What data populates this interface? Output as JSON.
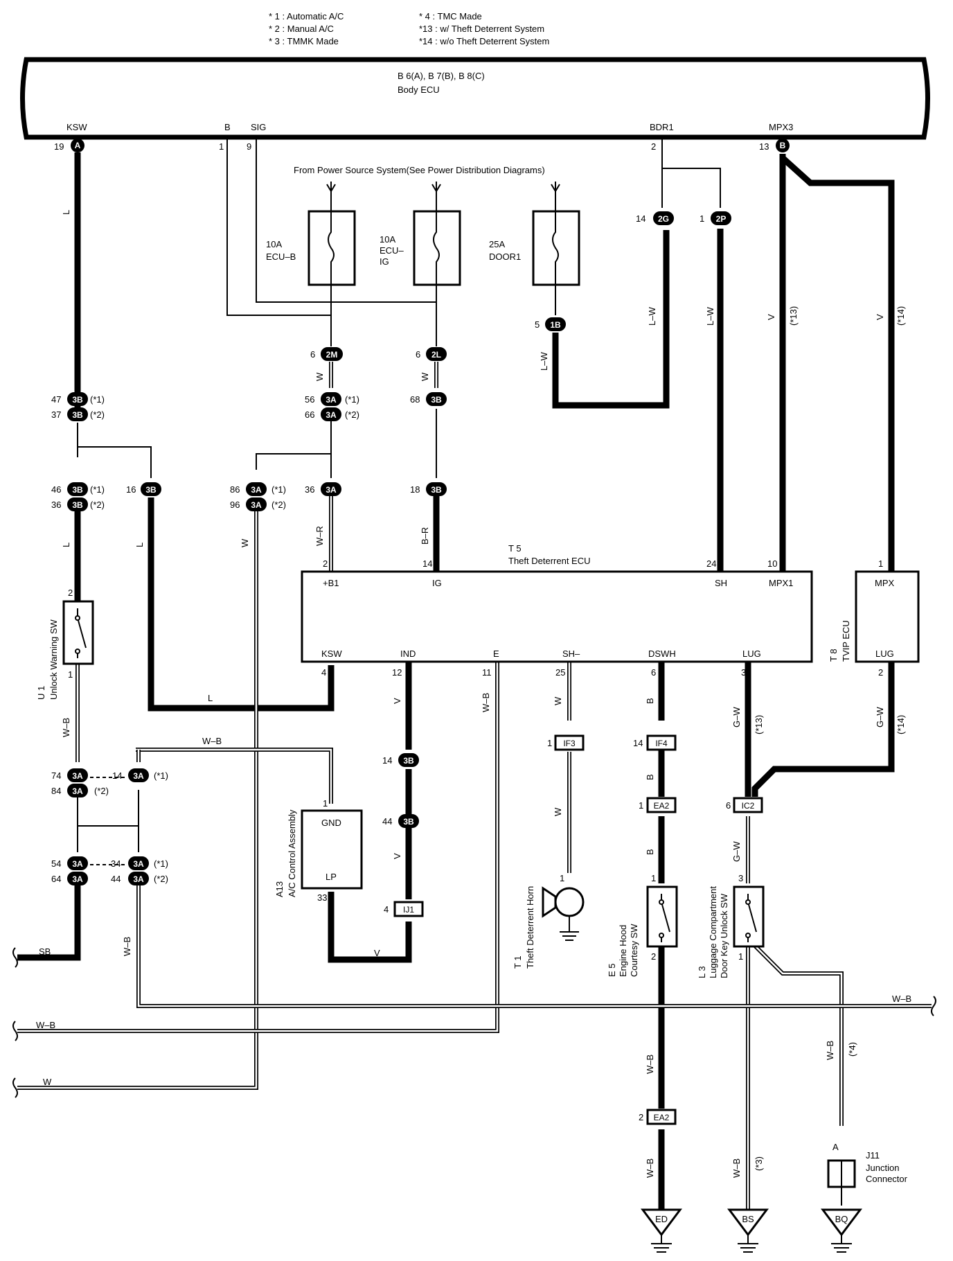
{
  "notes": [
    "* 1 : Automatic A/C",
    "* 2 : Manual A/C",
    "* 3 : TMMK Made",
    "* 4 : TMC Made",
    "*13 : w/ Theft Deterrent System",
    "*14 : w/o Theft Deterrent System"
  ],
  "body_ecu": {
    "ref": "B 6(A), B 7(B), B 8(C)",
    "name": "Body ECU",
    "pins": {
      "ksw": "KSW",
      "b": "B",
      "sig": "SIG",
      "bdr1": "BDR1",
      "mpx3": "MPX3"
    },
    "pin_numbers": {
      "ksw": "19",
      "b": "1",
      "sig": "9",
      "bdr1": "2",
      "mpx3": "13"
    },
    "connectors": {
      "ksw": "A",
      "mpx3": "B"
    }
  },
  "power_source": "From Power Source System(See Power Distribution Diagrams)",
  "fuses": [
    {
      "amp": "10A",
      "name": "ECU–B"
    },
    {
      "amp": "10A",
      "name": "ECU–IG"
    },
    {
      "amp": "25A",
      "name": "DOOR1"
    }
  ],
  "theft_ecu": {
    "ref": "T 5",
    "name": "Theft Deterrent ECU",
    "top_pins": [
      "+B1",
      "IG",
      "SH",
      "MPX1"
    ],
    "top_pin_numbers": [
      "2",
      "14",
      "24",
      "10"
    ],
    "bottom_pins": [
      "KSW",
      "IND",
      "E",
      "SH–",
      "DSWH",
      "LUG"
    ],
    "bottom_pin_numbers": [
      "4",
      "12",
      "11",
      "25",
      "6",
      "3"
    ]
  },
  "typ_ecu": {
    "ref": "T 8",
    "name": "TVIP ECU",
    "pins": [
      "MPX",
      "LUG"
    ],
    "pin_numbers": [
      "1",
      "2"
    ]
  },
  "unlock_sw": {
    "ref": "U 1",
    "name": "Unlock Warning SW",
    "pins": [
      "2",
      "1"
    ]
  },
  "ac_control": {
    "ref": "A13",
    "name": "A/C Control Assembly",
    "pins": [
      "GND",
      "LP"
    ],
    "pin_numbers": [
      "1",
      "33"
    ]
  },
  "horn": {
    "ref": "T 1",
    "name": "Theft Deterrent Horn",
    "pin": "1"
  },
  "hood_sw": {
    "ref": "E 5",
    "name": "Engine Hood Courtesy SW",
    "pins": [
      "1",
      "2"
    ]
  },
  "lug_sw": {
    "ref": "L 3",
    "name": "Luggage Compartment Door Key Unlock SW",
    "pins": [
      "3",
      "1"
    ]
  },
  "junction": {
    "ref": "J11",
    "name": "Junction Connector",
    "pin": "A"
  },
  "grounds": [
    "ED",
    "BS",
    "BQ"
  ],
  "connectors": {
    "c2g": "2G",
    "c2p": "2P",
    "c1b": "1B",
    "c2m": "2M",
    "c2l": "2L",
    "c3b": "3B",
    "c3a": "3A",
    "cif3": "IF3",
    "cif4": "IF4",
    "cea2": "EA2",
    "cic2": "IC2",
    "cij1": "IJ1"
  },
  "pin_labels": {
    "p14": "14",
    "p1": "1",
    "p5": "5",
    "p6": "6",
    "p47": "47",
    "p37": "37",
    "p56": "56",
    "p66": "66",
    "p68": "68",
    "p46": "46",
    "p36": "36",
    "p16": "16",
    "p86": "86",
    "p96": "96",
    "p18": "18",
    "p74": "74",
    "p84": "84",
    "p54": "54",
    "p64": "64",
    "p34": "34",
    "p44": "44",
    "p2": "2",
    "p4": "4"
  },
  "conditions": {
    "n1": "(*1)",
    "n2": "(*2)",
    "n3": "(*3)",
    "n4": "(*4)",
    "n13": "(*13)",
    "n14": "(*14)"
  },
  "wire_colors": {
    "l": "L",
    "w": "W",
    "v": "V",
    "b": "B",
    "lw": "L–W",
    "wr": "W–R",
    "br": "B–R",
    "wb": "W–B",
    "gw": "G–W",
    "sb": "SB"
  }
}
